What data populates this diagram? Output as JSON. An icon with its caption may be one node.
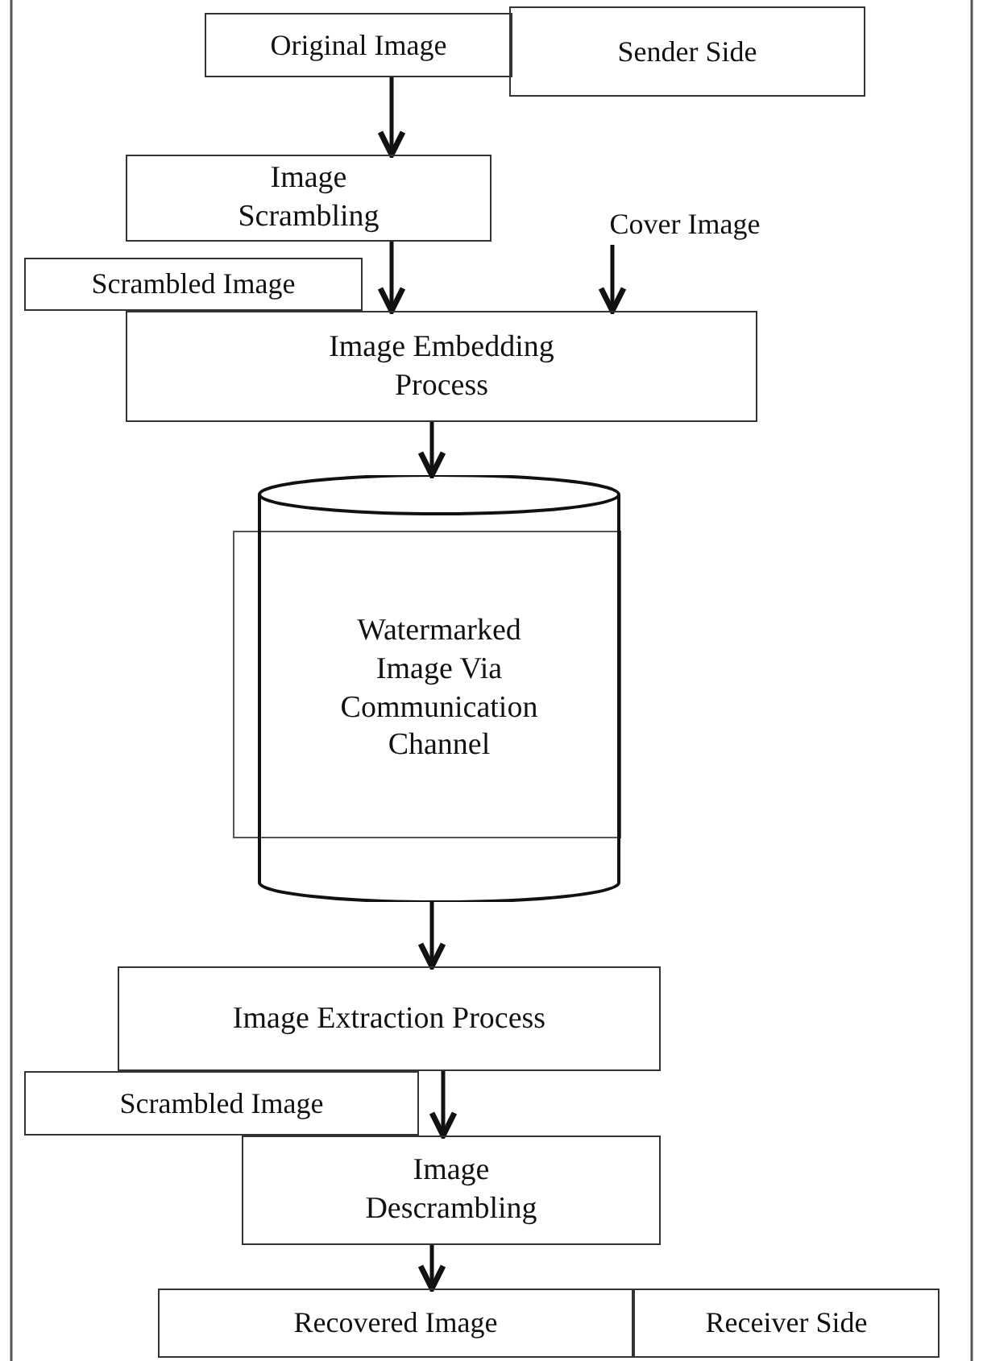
{
  "diagram": {
    "nodes": [
      {
        "text": [
          "Original Image"
        ]
      },
      {
        "text": [
          "Sender Side"
        ]
      },
      {
        "text": [
          "Image Scrambling"
        ]
      },
      {
        "text": [
          "Cover Image"
        ]
      },
      {
        "text": [
          "Scrambled Image"
        ]
      },
      {
        "text": [
          "Image Embedding Process"
        ]
      },
      {
        "text": [
          "Watermarked Image Via Communication Channel"
        ]
      },
      {
        "text": [
          "Image Extraction Process"
        ]
      },
      {
        "text": [
          "Scrambled Image"
        ]
      },
      {
        "text": [
          "Image Descrambling"
        ]
      },
      {
        "text": [
          "Recovered Image"
        ]
      },
      {
        "text": [
          "Receiver Side"
        ]
      }
    ],
    "edges": [
      {
        "from": 0,
        "to": 2,
        "arrow": "to"
      },
      {
        "from": 2,
        "to": 5,
        "arrow": "to"
      },
      {
        "from": 3,
        "to": 5,
        "arrow": "to"
      },
      {
        "from": 5,
        "to": 6,
        "arrow": "to"
      },
      {
        "from": 6,
        "to": 7,
        "arrow": "to"
      },
      {
        "from": 7,
        "to": 9,
        "arrow": "to"
      },
      {
        "from": 9,
        "to": 10,
        "arrow": "to"
      }
    ]
  }
}
